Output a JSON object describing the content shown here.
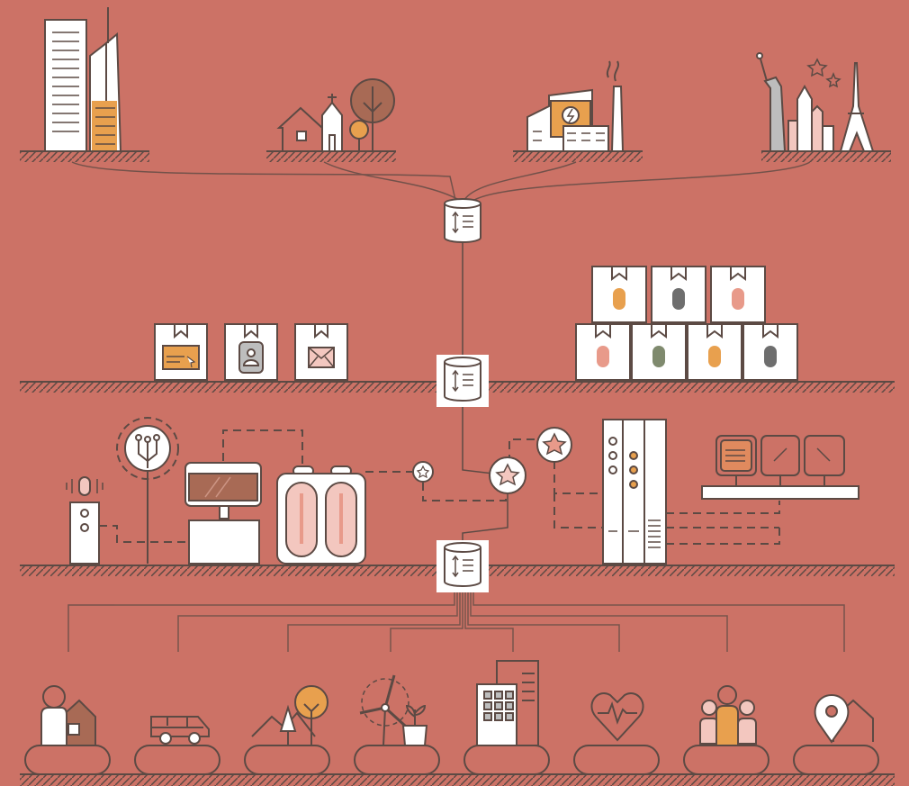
{
  "palette": {
    "background": "#cc7266",
    "line": "#5c4a44",
    "white": "#ffffff",
    "orange": "#e8a04e",
    "brown": "#a86a55",
    "gray": "#bdbdbd",
    "pink": "#f3c7bf",
    "salmon": "#e89a8a",
    "green": "#7f8a6e",
    "dark": "#6e6e6e"
  },
  "layers": [
    {
      "id": "city",
      "scenes": [
        "office-towers",
        "village",
        "factory",
        "landmarks"
      ]
    },
    {
      "id": "storage",
      "items": [
        "web-card",
        "id-card",
        "mail",
        "db-grid"
      ]
    },
    {
      "id": "compute",
      "items": [
        "sensor",
        "iot-tree",
        "terminal",
        "batteries",
        "servers",
        "monitors"
      ]
    },
    {
      "id": "applications",
      "items": [
        "smart-home",
        "vehicle",
        "environment",
        "renewable-energy",
        "smart-building",
        "health",
        "community",
        "location-services"
      ]
    }
  ]
}
